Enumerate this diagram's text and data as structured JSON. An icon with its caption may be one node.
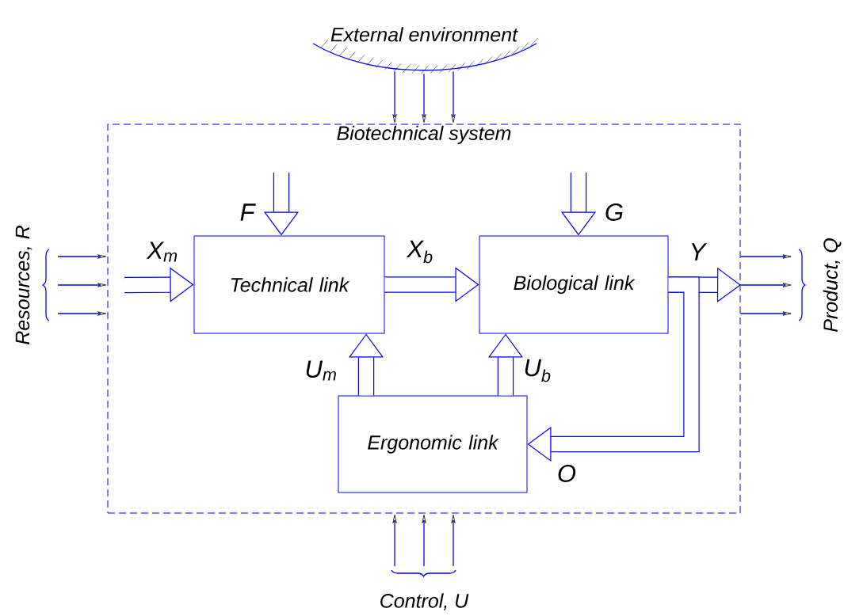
{
  "diagram": {
    "nodes": [
      {
        "text": [
          "Biotechnical system"
        ]
      },
      {
        "text": [
          "Technical link"
        ],
        "in": 0
      },
      {
        "text": [
          "Biological link"
        ],
        "in": 0
      },
      {
        "text": [
          "Ergonomic link"
        ],
        "in": 0
      },
      {
        "text": [
          "External environment"
        ]
      },
      {
        "text": [
          "Resources, R"
        ]
      },
      {
        "text": [
          "Product, Q"
        ]
      },
      {
        "text": [
          "Control, U"
        ]
      }
    ],
    "edges": [
      {
        "from": 4,
        "to": 0,
        "arrow": "to"
      },
      {
        "from": 4,
        "to": 0,
        "arrow": "to"
      },
      {
        "from": 4,
        "to": 0,
        "arrow": "to"
      },
      {
        "from": 5,
        "to": 0,
        "arrow": "to"
      },
      {
        "from": 5,
        "to": 0,
        "arrow": "to"
      },
      {
        "from": 5,
        "to": 0,
        "arrow": "to"
      },
      {
        "from": 0,
        "to": 6,
        "arrow": "to"
      },
      {
        "from": 0,
        "to": 6,
        "arrow": "to"
      },
      {
        "from": 0,
        "to": 6,
        "arrow": "to"
      },
      {
        "from": 7,
        "to": 0,
        "arrow": "to"
      },
      {
        "from": 7,
        "to": 0,
        "arrow": "to"
      },
      {
        "from": 7,
        "to": 0,
        "arrow": "to"
      },
      {
        "from": null,
        "to": 1,
        "arrow": "to",
        "label": "F",
        "style": "thick"
      },
      {
        "from": null,
        "to": 2,
        "arrow": "to",
        "label": "G",
        "style": "thick"
      },
      {
        "from": null,
        "to": 1,
        "arrow": "to",
        "label": "X$_{m}$",
        "style": "thick"
      },
      {
        "from": 1,
        "to": 2,
        "arrow": "to",
        "label": "X$_{b}$",
        "style": "thick"
      },
      {
        "from": 2,
        "to": null,
        "arrow": "to",
        "label": "Y",
        "style": "thick"
      },
      {
        "from": 3,
        "to": 1,
        "arrow": "to",
        "label": "U$_{m}$",
        "style": "thick"
      },
      {
        "from": 3,
        "to": 2,
        "arrow": "to",
        "label": "U$_{b}$",
        "style": "thick"
      },
      {
        "from": 2,
        "to": 3,
        "arrow": "to",
        "label": "O",
        "style": "thick"
      }
    ]
  }
}
